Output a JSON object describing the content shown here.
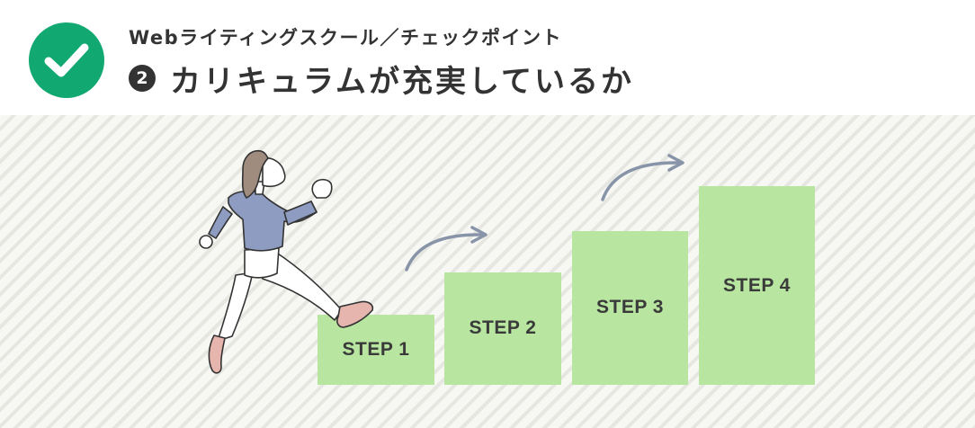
{
  "header": {
    "subtitle": "Webライティングスクール／チェックポイント",
    "number": "2",
    "title": "カリキュラムが充実しているか"
  },
  "steps": [
    {
      "label": "STEP 1"
    },
    {
      "label": "STEP 2"
    },
    {
      "label": "STEP 3"
    },
    {
      "label": "STEP 4"
    }
  ],
  "colors": {
    "check_badge": "#12a872",
    "step_fill": "#b8e6a0",
    "arrow": "#8894a8",
    "text": "#333333",
    "sweater": "#8d9cc0",
    "hair": "#a08c7e",
    "shoes": "#e6b5ae"
  },
  "icons": [
    "check-icon",
    "arrow-icon"
  ]
}
